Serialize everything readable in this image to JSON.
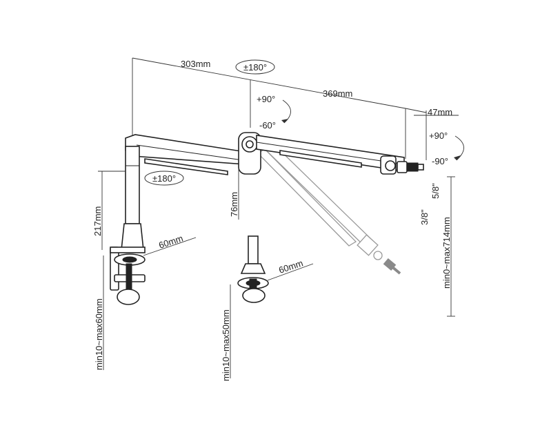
{
  "dimensions": {
    "d303": "303mm",
    "d369": "369mm",
    "d47": "47mm",
    "d217": "217mm",
    "d76": "76mm",
    "d60a": "60mm",
    "d60b": "60mm",
    "clamp1": "min10~max60mm",
    "clamp2": "min10~max50mm",
    "height": "min0~max714mm",
    "thread1": "3/8\"",
    "thread2": "5/8\""
  },
  "rotations": {
    "top": "±180°",
    "base": "±180°",
    "elbow_up": "+90°",
    "elbow_down": "-60°",
    "head_up": "+90°",
    "head_down": "-90°"
  }
}
